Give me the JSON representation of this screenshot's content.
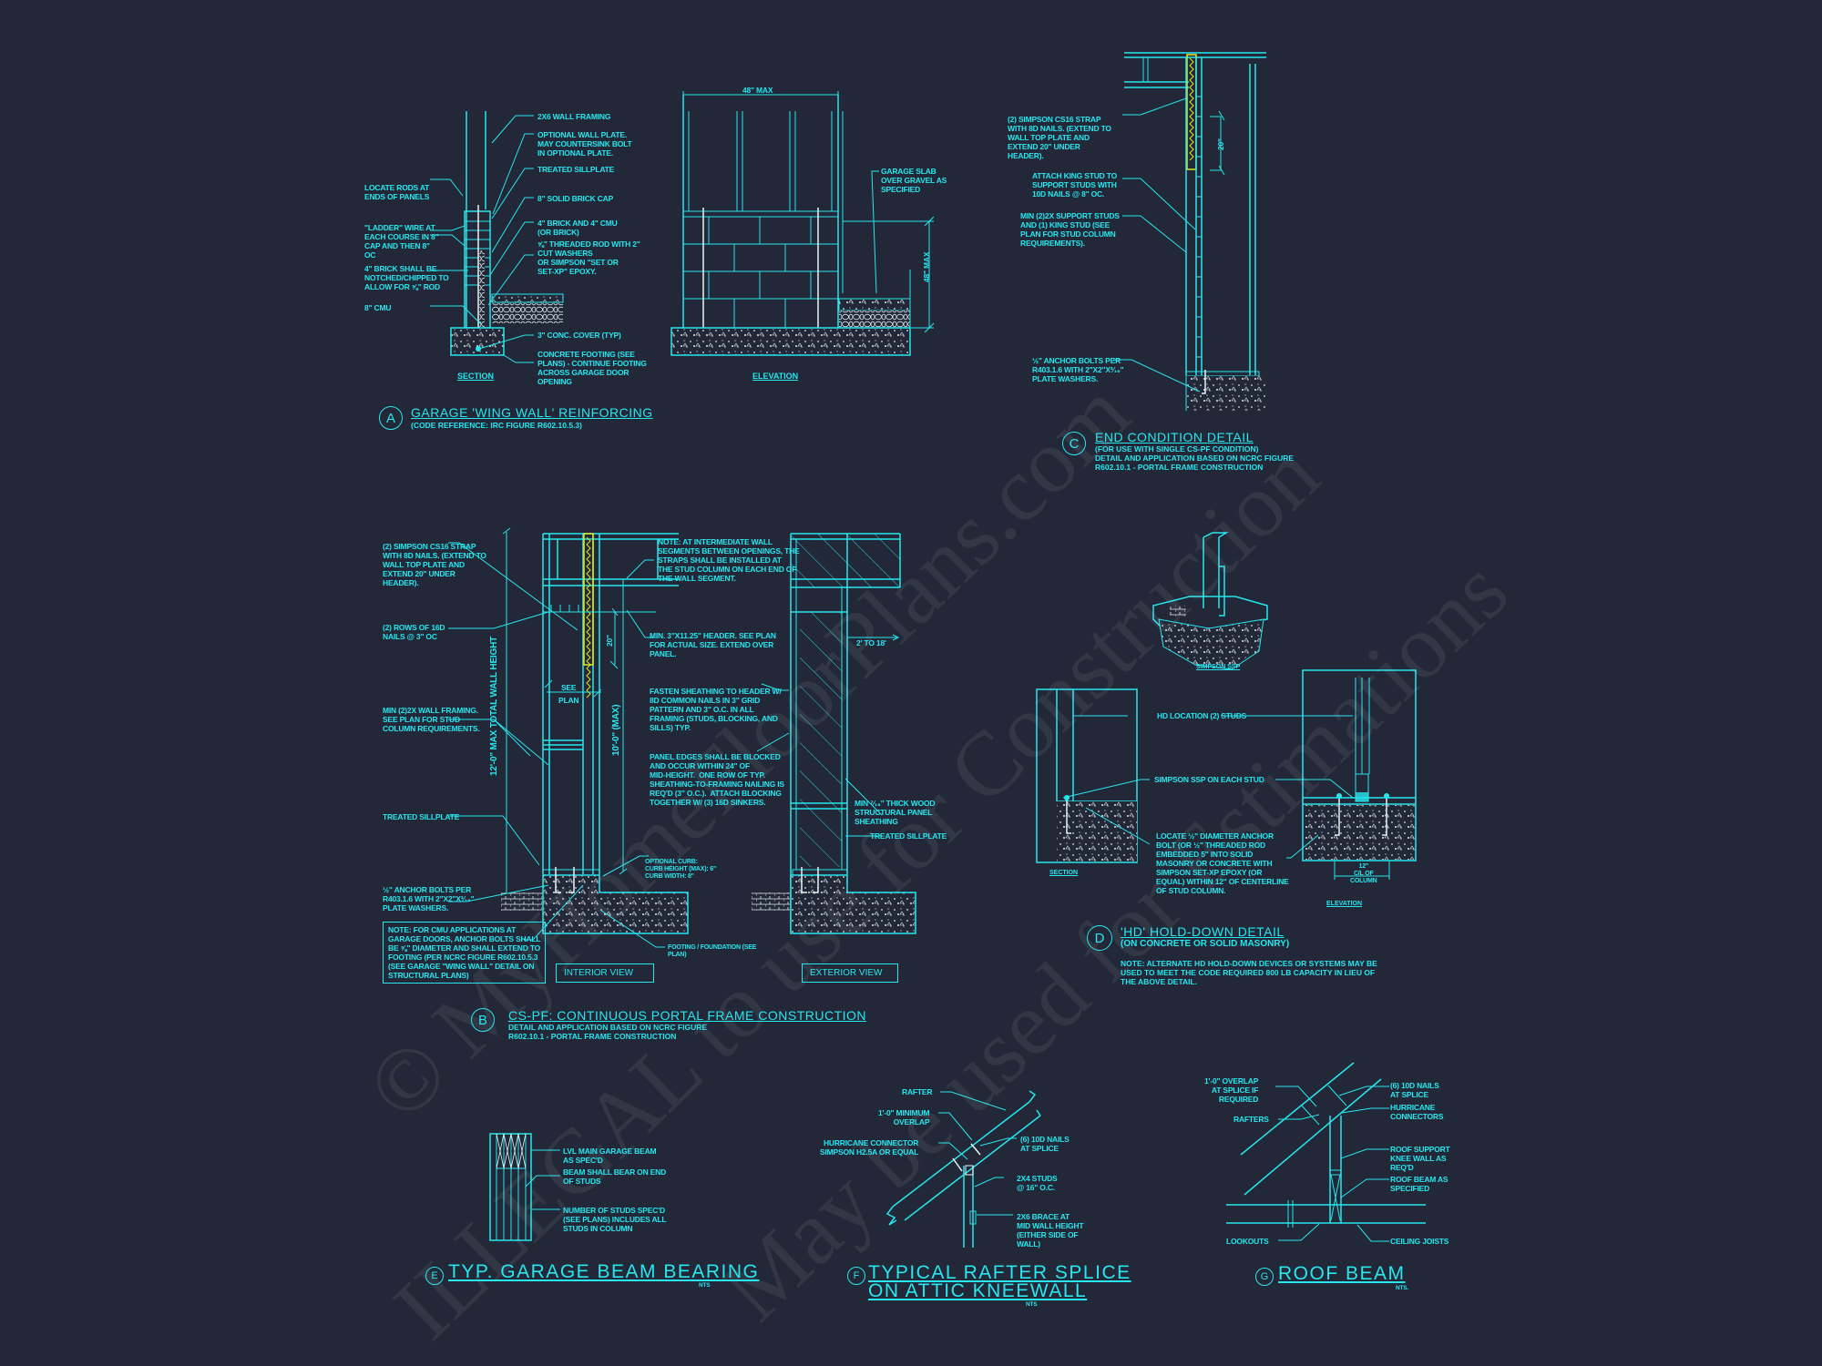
{
  "watermark": {
    "line1": "© MyHomeFloorPlans.com",
    "line2": "ILLEGAL to use for Construction",
    "line3": "May be used for Estimations"
  },
  "detail_a": {
    "marker": "A",
    "title": "GARAGE 'WING WALL' REINFORCING",
    "subtitle": "(CODE REFERENCE: IRC FIGURE R602.10.5.3)",
    "section_label": "SECTION",
    "elevation_label": "ELEVATION",
    "dim_width": "48\" MAX",
    "dim_height": "48\" MAX",
    "left_notes": [
      "LOCATE RODS AT\nENDS OF PANELS",
      "\"LADDER\" WIRE AT\nEACH COURSE IN 8\"\nCAP AND THEN 8\"\nOC",
      "4\" BRICK SHALL BE\nNOTCHED/CHIPPED TO\nALLOW FOR ⅝\" ROD",
      "8\" CMU"
    ],
    "center_notes": [
      "2x6 WALL FRAMING",
      "OPTIONAL WALL PLATE.\nMAY COUNTERSINK BOLT\nIN OPTIONAL PLATE.",
      "TREATED SILLPLATE",
      "8\" SOLID BRICK CAP",
      "4\" BRICK AND 4\" CMU\n(OR BRICK)",
      "⅝\" THREADED ROD WITH 2\"\nCUT WASHERS\nOR SIMPSON \"SET OR\nSET-XP\" EPOXY.",
      "3\" CONC. COVER (TYP)",
      "CONCRETE FOOTING (SEE\nPLANS) - CONTINUE FOOTING\nACROSS GARAGE DOOR\nOPENING"
    ],
    "slab_note": "GARAGE SLAB\nOVER GRAVEL AS\nSPECIFIED"
  },
  "detail_b": {
    "marker": "B",
    "title": "CS-PF: CONTINUOUS PORTAL FRAME CONSTRUCTION",
    "subtitle": "DETAIL AND APPLICATION BASED ON NCRC FIGURE\nR602.10.1 - PORTAL FRAME CONSTRUCTION",
    "interior_view": "INTERIOR VIEW",
    "exterior_view": "EXTERIOR VIEW",
    "dim_total": "12'-0\" MAX TOTAL WALL HEIGHT",
    "dim_max": "10'-0\" (MAX)",
    "dim_20": "20\"",
    "see_plan": "SEE\nPLAN",
    "dim_2to18": "2' TO 18'",
    "left_notes": [
      "(2) SIMPSON CS16 STRAP\nWITH 8d NAILS. (EXTEND TO\nWALL TOP PLATE AND\nEXTEND 20\" UNDER\nHEADER).",
      "(2) ROWS OF 16d\nNAILS @ 3\" OC",
      "MIN (2)2X WALL FRAMING.\nSEE PLAN FOR STUD\nCOLUMN REQUIREMENTS.",
      "TREATED SILLPLATE",
      "½\" ANCHOR BOLTS PER\nR403.1.6 WITH 2\"x2\"x³⁄₁₆\"\nPLATE WASHERS."
    ],
    "cmu_note": "NOTE: FOR CMU APPLICATIONS AT\nGARAGE DOORS, ANCHOR BOLTS SHALL\nBE ⅝\" DIAMETER AND SHALL EXTEND TO\nFOOTING (PER NCRC FIGURE R602.10.5.3\n(SEE GARAGE \"WING WALL\" DETAIL ON\nSTRUCTURAL PLANS)",
    "middle_notes": [
      "NOTE: AT INTERMEDIATE WALL\nSEGMENTS BETWEEN OPENINGS, THE\nSTRAPS SHALL BE INSTALLED AT\nTHE STUD COLUMN ON EACH END OF\nTHE WALL SEGMENT.",
      "MIN. 3\"x11.25\" HEADER. SEE PLAN\nFOR ACTUAL SIZE. EXTEND OVER\nPANEL.",
      "FASTEN SHEATHING TO HEADER W/\n8d COMMON NAILS IN 3\" GRID\nPATTERN AND 3\" O.C. IN ALL\nFRAMING (STUDS, BLOCKING, AND\nSILLS) TYP.",
      "PANEL EDGES SHALL BE BLOCKED\nAND OCCUR WITHIN 24\" OF\nMID-HEIGHT.  ONE ROW OF TYP.\nSHEATHING-TO-FRAMING NAILING IS\nREQ'D (3\" O.C.).  ATTACH BLOCKING\nTOGETHER W/ (3) 16d SINKERS.",
      "OPTIONAL CURB:\nCURB HEIGHT (MAX): 6\"\nCURB WIDTH: 8\"",
      "FOOTING / FOUNDATION (SEE\nPLAN)"
    ],
    "right_notes": [
      "MIN ⁷⁄₁₆\" THICK WOOD\nSTRUCTURAL PANEL\nSHEATHING",
      "TREATED SILLPLATE"
    ]
  },
  "detail_c": {
    "marker": "C",
    "title": "END CONDITION DETAIL",
    "subtitle": "(FOR USE WITH SINGLE CS-PF CONDITION)\nDETAIL AND APPLICATION BASED ON NCRC FIGURE\nR602.10.1 - PORTAL FRAME CONSTRUCTION",
    "dim_20": "20\"",
    "notes": [
      "(2) SIMPSON CS16 STRAP\nWITH 8d NAILS. (EXTEND TO\nWALL TOP PLATE AND\nEXTEND 20\" UNDER\nHEADER).",
      "ATTACH KING STUD TO\nSUPPORT STUDS WITH\n10d NAILS @ 8\" OC.",
      "MIN (2)2X SUPPORT STUDS\nAND (1) KING STUD (SEE\nPLAN FOR STUD COLUMN\nREQUIREMENTS).",
      "½\" ANCHOR BOLTS PER\nR403.1.6 WITH 2\"x2\"x³⁄₁₆\"\nPLATE WASHERS."
    ]
  },
  "detail_d": {
    "marker": "D",
    "title": "'HD' HOLD-DOWN DETAIL",
    "subtitle": "(ON CONCRETE OR SOLID MASONRY)",
    "note": "NOTE: ALTERNATE HD HOLD-DOWN DEVICES OR SYSTEMS MAY BE\nUSED TO MEET THE CODE REQUIRED 800 LB CAPACITY IN LIEU OF\nTHE ABOVE DETAIL.",
    "iso_label": "SIMPSON SSP",
    "section_label": "SECTION",
    "elevation_label": "ELEVATION",
    "hd_location": "HD LOCATION (2) STUDS",
    "ssp_note": "SIMPSON SSP ON EACH STUD",
    "anchor_note": "LOCATE ½\" DIAMETER ANCHOR\nBOLT (OR ½\" THREADED ROD\nEMBEDDED 5\" INTO SOLID\nMASONRY OR CONCRETE WITH\nSIMPSON SET-XP EPOXY (OR\nEQUAL) WITHIN 12\" OF CENTERLINE\nOF STUD COLUMN.",
    "dim_12": "12\"\nC/L OF\nCOLUMN"
  },
  "detail_e": {
    "marker": "E",
    "title": "TYP. GARAGE BEAM BEARING",
    "scale": "NTS",
    "notes": [
      "LVL MAIN GARAGE BEAM\nAS SPEC'D",
      "BEAM SHALL BEAR ON END\nOF STUDS",
      "NUMBER OF STUDS SPEC'D\n(SEE PLANS) INCLUDES ALL\nSTUDS IN COLUMN"
    ]
  },
  "detail_f": {
    "marker": "F",
    "title": "TYPICAL RAFTER SPLICE\nON ATTIC KNEEWALL",
    "scale": "NTS",
    "left_notes": [
      "RAFTER",
      "1'-0\" MINIMUM\nOVERLAP",
      "HURRICANE CONNECTOR\nSIMPSON H2.5A OR EQUAL"
    ],
    "right_notes": [
      "(6) 10d NAILS\nAT SPLICE",
      "2x4 STUDS\n@ 16\" O.C.",
      "2x6 BRACE AT\nMID WALL HEIGHT\n(EITHER SIDE OF\nWALL)"
    ]
  },
  "detail_g": {
    "marker": "G",
    "title": "ROOF BEAM",
    "scale": "NTS.",
    "left_notes": [
      "1'-0\" OVERLAP\nAT SPLICE IF\nREQUIRED",
      "RAFTERS",
      "LOOKOUTS"
    ],
    "right_notes": [
      "(6) 10d NAILS\nAT SPLICE",
      "HURRICANE\nCONNECTORS",
      "ROOF SUPPORT\nKNEE WALL AS\nREQ'D",
      "ROOF BEAM AS\nSPECIFIED",
      "CEILING JOISTS"
    ]
  },
  "colors": {
    "background": "#232838",
    "linework": "#27e6ee",
    "strap_highlight": "#e3e620",
    "fill_white": "#e8f4f6"
  }
}
